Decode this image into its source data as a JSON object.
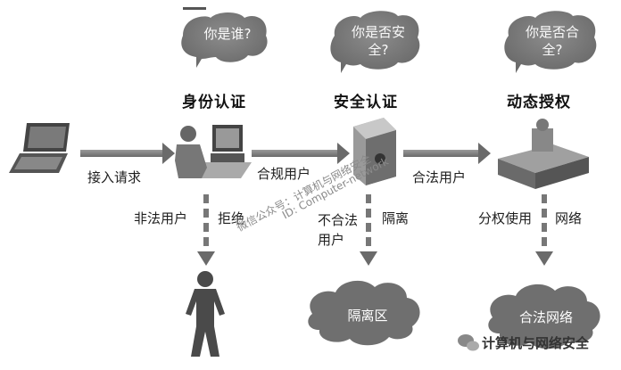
{
  "speech_bubbles": [
    {
      "text": "你是谁?"
    },
    {
      "text": "你是否安全?"
    },
    {
      "text": "你是否合全?"
    }
  ],
  "stages": [
    {
      "title": "身份认证"
    },
    {
      "title": "安全认证"
    },
    {
      "title": "动态授权"
    }
  ],
  "arrow_labels": {
    "access_request": "接入请求",
    "compliant_user_1": "合规用户",
    "compliant_user_2": "合法用户",
    "illegal_user": "非法用户",
    "reject": "拒绝",
    "noncompliant_user": "不合法用户",
    "isolate": "隔离",
    "authorized_use": "分权使用",
    "network": "网络"
  },
  "destinations": {
    "isolation_zone": "隔离区",
    "legal_network": "合法网络"
  },
  "watermark": {
    "line1": "微信公众号：计算机与网络安全",
    "line2": "ID: Computer-network",
    "tag": "计算机与网络安全"
  },
  "icons": [
    "laptop-icon",
    "workstation-user-icon",
    "security-server-icon",
    "authorization-server-icon",
    "person-silhouette-icon",
    "wechat-icon"
  ]
}
